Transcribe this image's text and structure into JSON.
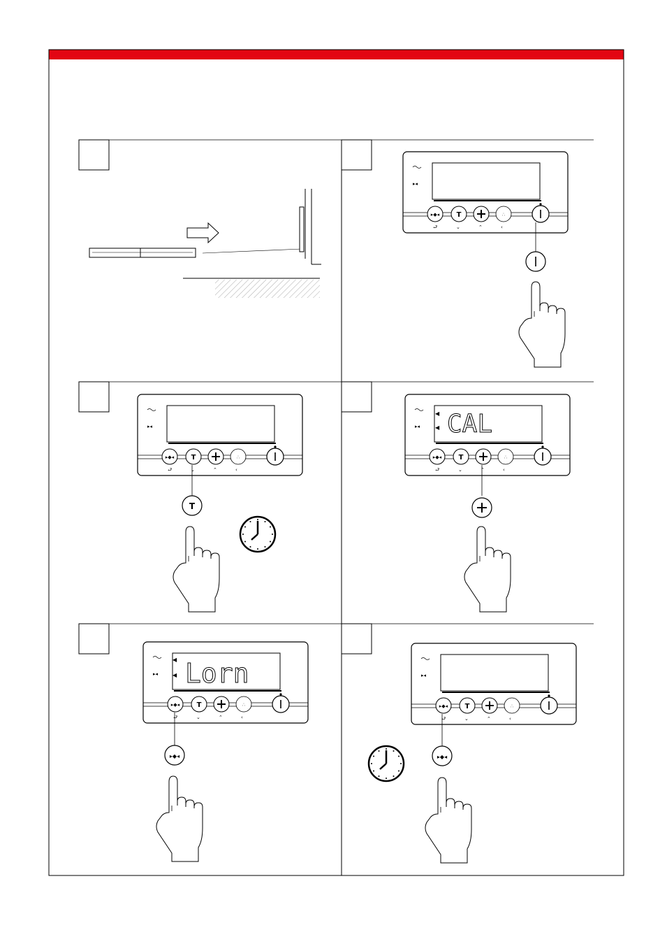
{
  "header_bar_color": "#e30613",
  "steps": [
    {
      "id": 1,
      "description": "slide-scale-against-wall"
    },
    {
      "id": 2,
      "press_key": "power",
      "display_text": ""
    },
    {
      "id": 3,
      "press_key": "tare",
      "hold": true,
      "display_text": ""
    },
    {
      "id": 4,
      "press_key": "plus",
      "display_text": "CAL"
    },
    {
      "id": 5,
      "press_key": "zero",
      "display_text": "Lorn"
    },
    {
      "id": 6,
      "press_key": "zero",
      "hold": true,
      "display_text": ""
    }
  ]
}
